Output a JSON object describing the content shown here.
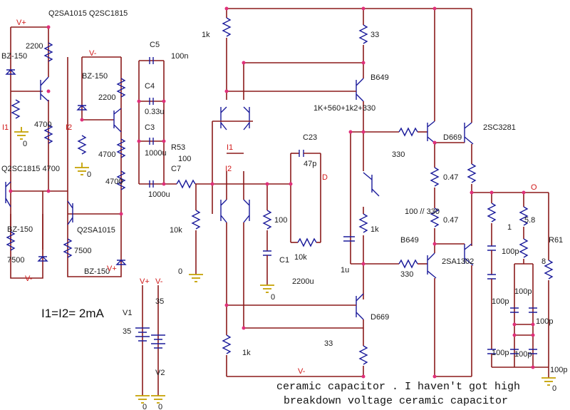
{
  "colors": {
    "wire": "#8b1a1a",
    "component": "#1a1a9a",
    "node": "#e0307a",
    "ground": "#c4a000",
    "label": "#1a1a1a",
    "net_label": "#d01818"
  },
  "labels": {
    "header": "Q2SA1015  Q2SC1815",
    "vplus_a": "V+",
    "vminus_a": "V-",
    "vplus_b": "V+",
    "vminus_b": "V-",
    "vplus_c": "V+",
    "vminus_c": "V-",
    "vminus_bottom": "V-",
    "out_net": "O",
    "in_net": "D",
    "i1": "I1",
    "i2": "I2",
    "i1_mid": "I1",
    "i2_mid": "I2",
    "zener1": "BZ-150",
    "zener2": "BZ-150",
    "zener3": "BZ-150",
    "zener4": "BZ-150",
    "r2200a": "2200",
    "r2200b": "2200",
    "r4700a": "4700",
    "r4700b": "4700",
    "r4700c": "4700",
    "q_sc1815": "Q2SC1815 4700",
    "q_sa1015": "Q2SA1015",
    "r7500a": "7500",
    "r7500b": "7500",
    "gnd0a": "0",
    "gnd0b": "0",
    "gnd0c": "0",
    "gnd0d": "0",
    "gnd0e": "0",
    "gnd0f": "0",
    "gnd0g": "0",
    "c5": "C5",
    "c5v": "100n",
    "c4": "C4",
    "c4v": "0.33u",
    "c3": "C3",
    "c3v": "1000u",
    "r53": "R53",
    "r53v": "100",
    "c7": "C7",
    "c7v": "1000u",
    "r10k_in": "10k",
    "r1k_top": "1k",
    "r33_top": "33",
    "b649_top": "B649",
    "rsum": "1K+560+1k2+330",
    "c23": "C23",
    "c23v": "47p",
    "r100": "100",
    "c1": "C1",
    "r10k_fb": "10k",
    "c2200u": "2200u",
    "r330a": "330",
    "r330b": "330",
    "d669_top": "D669",
    "sc3281": "2SC3281",
    "r047a": "0.47",
    "r047b": "0.47",
    "r100_330": "100 // 330",
    "r1k_vbe": "1k",
    "b649_bot": "B649",
    "c1u": "1u",
    "sa1302": "2SA1302",
    "d669_bot": "D669",
    "r33_bot": "33",
    "r1k_bot": "1k",
    "r1_out": "1",
    "r58": "5.8",
    "r61": "R61",
    "r8": "8",
    "c100p_a": "100p",
    "c100p_b": "100p",
    "c100p_c": "100p",
    "c100p_d": "100p",
    "c100p_e": "100p",
    "c100p_f": "100p",
    "c100p_g": "100p",
    "currents": "I1=I2= 2mA",
    "v1": "V1",
    "v1v": "35",
    "v2": "V2",
    "v2v": "35",
    "note_line1": "ceramic capacitor . I haven't got  high",
    "note_line2": "breakdown voltage  ceramic capacitor"
  }
}
